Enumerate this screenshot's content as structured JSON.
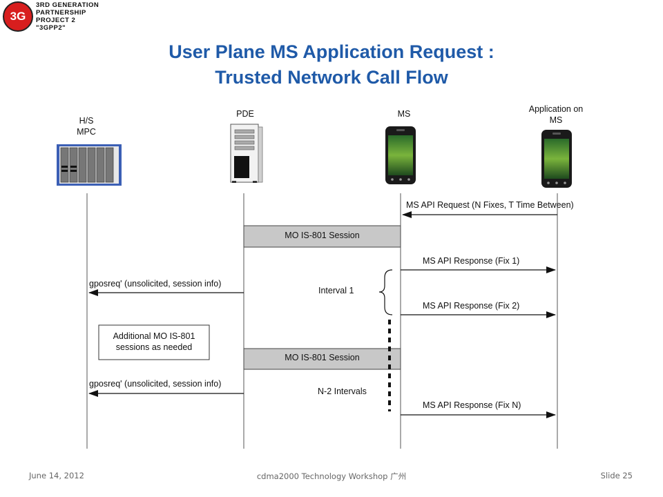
{
  "logo": {
    "badge": "3G",
    "lines": [
      "3RD GENERATION",
      "PARTNERSHIP",
      "PROJECT 2",
      "\"3GPP2\""
    ]
  },
  "title": {
    "line1": "User Plane MS Application Request :",
    "line2": "Trusted Network Call Flow"
  },
  "entities": {
    "hs_mpc": "H/S\nMPC",
    "pde": "PDE",
    "ms": "MS",
    "app": "Application on\nMS"
  },
  "messages": {
    "api_request": "MS API Request (N Fixes, T Time Between)",
    "session1": "MO IS-801 Session",
    "response_fix1": "MS API Response (Fix 1)",
    "gposreq1": "gposreq' (unsolicited, session info)",
    "interval1": "Interval 1",
    "response_fix2": "MS API Response (Fix 2)",
    "note": "Additional MO IS-801\nsessions as  needed",
    "session2": "MO IS-801 Session",
    "gposreq2": "gposreq' (unsolicited, session info)",
    "n2_intervals": "N-2 Intervals",
    "response_fixn": "MS API Response (Fix N)"
  },
  "footer": {
    "date": "June 14, 2012",
    "workshop": "cdma2000 Technology Workshop 广州",
    "slide": "Slide 25"
  },
  "colors": {
    "title": "#1f5aa8",
    "logo_red": "#d81e1e",
    "session_fill": "#c8c8c8",
    "server_blue": "#3b5fb5"
  }
}
